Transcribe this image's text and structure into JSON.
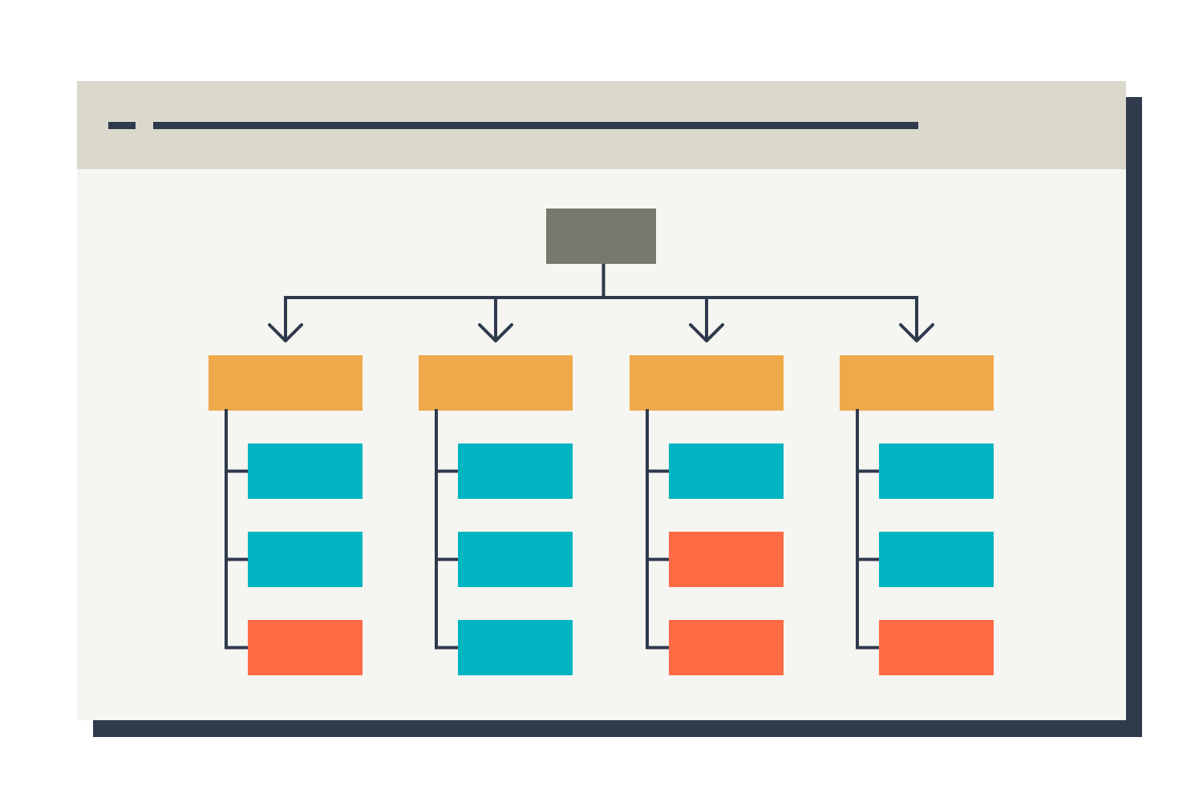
{
  "colors": {
    "background": "#ffffff",
    "window_shadow": "#2f3a4d",
    "titlebar": "#dad9cc",
    "window_body": "#f5f5f1",
    "title_marks": "#2f3a4d",
    "connector": "#2f3a4d",
    "root_node": "#77776e",
    "branch_node": "#f0a94a",
    "leaf_teal": "#00b4c2",
    "leaf_coral": "#ff6b45"
  },
  "window": {
    "titlebar_icon": "minimize-dash-icon",
    "title_placeholder_icon": "title-line-icon"
  },
  "diagram": {
    "root": {
      "label": ""
    },
    "branches": [
      {
        "label": "",
        "leaves": [
          {
            "label": "",
            "kind": "teal"
          },
          {
            "label": "",
            "kind": "teal"
          },
          {
            "label": "",
            "kind": "coral"
          }
        ]
      },
      {
        "label": "",
        "leaves": [
          {
            "label": "",
            "kind": "teal"
          },
          {
            "label": "",
            "kind": "teal"
          },
          {
            "label": "",
            "kind": "teal"
          }
        ]
      },
      {
        "label": "",
        "leaves": [
          {
            "label": "",
            "kind": "teal"
          },
          {
            "label": "",
            "kind": "coral"
          },
          {
            "label": "",
            "kind": "coral"
          }
        ]
      },
      {
        "label": "",
        "leaves": [
          {
            "label": "",
            "kind": "teal"
          },
          {
            "label": "",
            "kind": "teal"
          },
          {
            "label": "",
            "kind": "coral"
          }
        ]
      }
    ]
  }
}
